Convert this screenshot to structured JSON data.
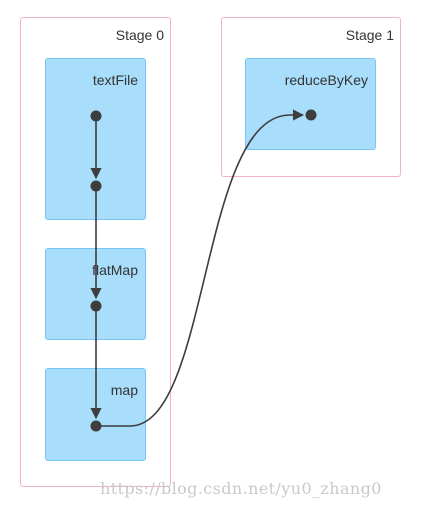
{
  "stages": [
    {
      "label": "Stage 0"
    },
    {
      "label": "Stage 1"
    }
  ],
  "operations": {
    "textFile": "textFile",
    "flatMap": "flatMap",
    "map": "map",
    "reduceByKey": "reduceByKey"
  },
  "colors": {
    "stage_border": "#f4b3c2",
    "op_fill": "#a8ddfb",
    "op_border": "#73c7f2",
    "node": "#3d3d3d",
    "edge": "#3d3d3d"
  },
  "watermark": "https://blog.csdn.net/yu0_zhang0"
}
